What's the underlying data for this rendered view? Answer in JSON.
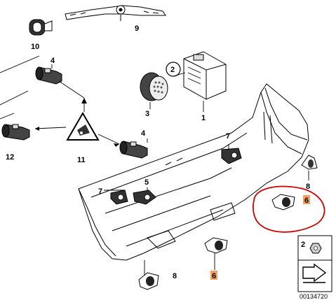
{
  "diagram": {
    "callouts": {
      "c1": "1",
      "c2": "2",
      "c3": "3",
      "c4a": "4",
      "c4b": "4",
      "c5": "5",
      "c6a": "6",
      "c6b": "6",
      "c7a": "7",
      "c7b": "7",
      "c8a": "8",
      "c8b": "8",
      "c9": "9",
      "c10": "10",
      "c11": "11",
      "c12": "12"
    },
    "legend_box": {
      "label": "2"
    },
    "drawing_number": "00134720",
    "colors": {
      "highlight_fill": "#f4a15d",
      "highlight_circle": "#cc0000",
      "line": "#000000",
      "part_fill": "#222222"
    }
  }
}
